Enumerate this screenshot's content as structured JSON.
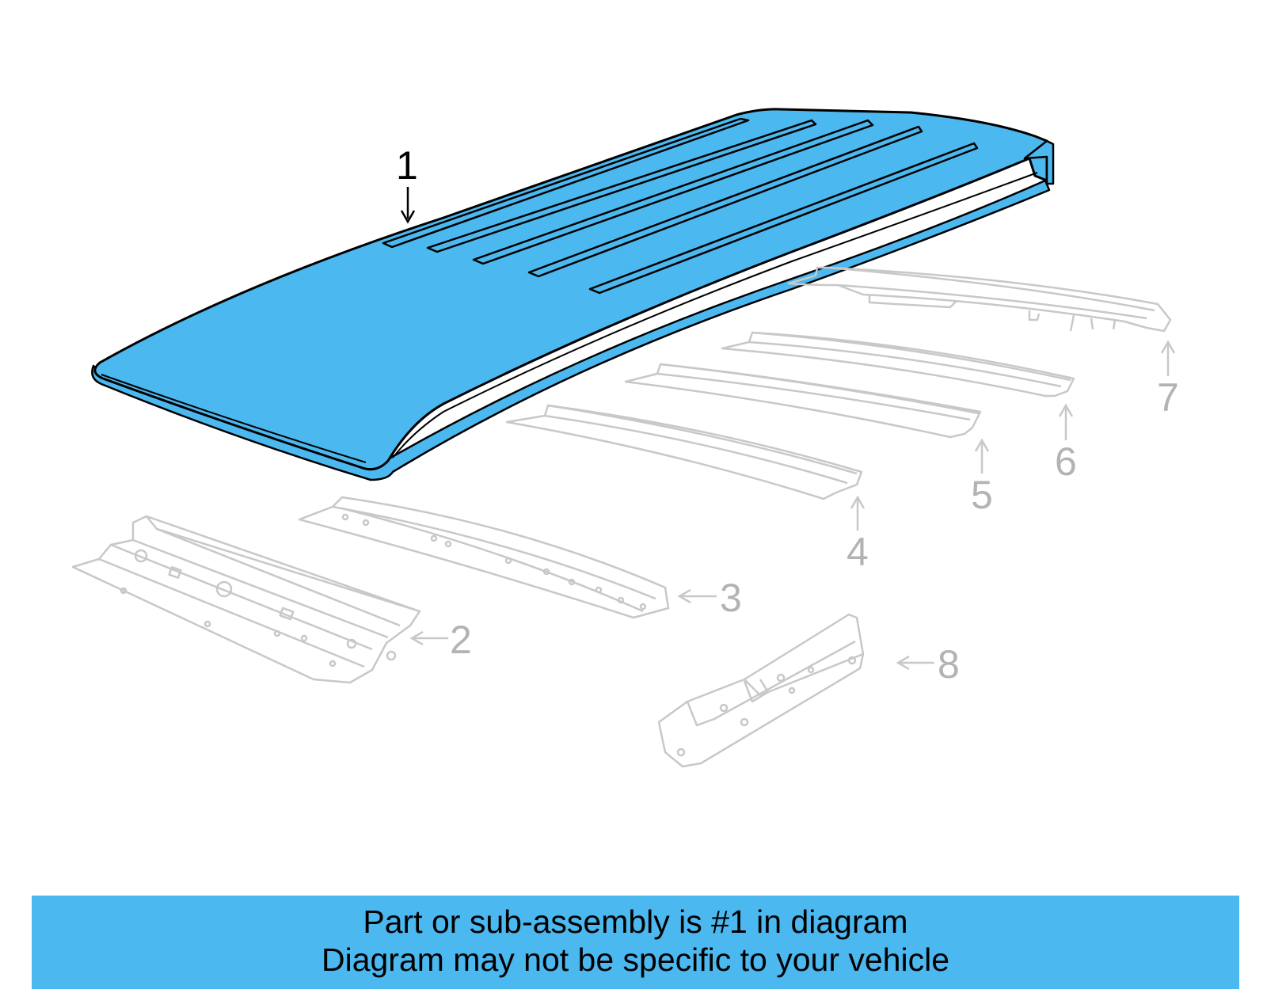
{
  "colors": {
    "highlight_fill": "#4cb8f0",
    "highlight_stroke": "#000000",
    "ghost_stroke": "#c8c8c8",
    "ghost_label": "#b3b3b3",
    "banner_bg": "#4cb8f0"
  },
  "callouts": [
    {
      "id": "1",
      "label": "1",
      "highlighted": true
    },
    {
      "id": "2",
      "label": "2",
      "highlighted": false
    },
    {
      "id": "3",
      "label": "3",
      "highlighted": false
    },
    {
      "id": "4",
      "label": "4",
      "highlighted": false
    },
    {
      "id": "5",
      "label": "5",
      "highlighted": false
    },
    {
      "id": "6",
      "label": "6",
      "highlighted": false
    },
    {
      "id": "7",
      "label": "7",
      "highlighted": false
    },
    {
      "id": "8",
      "label": "8",
      "highlighted": false
    }
  ],
  "banner": {
    "line1": "Part or sub-assembly is #1 in diagram",
    "line2": "Diagram may not be specific to your vehicle"
  }
}
